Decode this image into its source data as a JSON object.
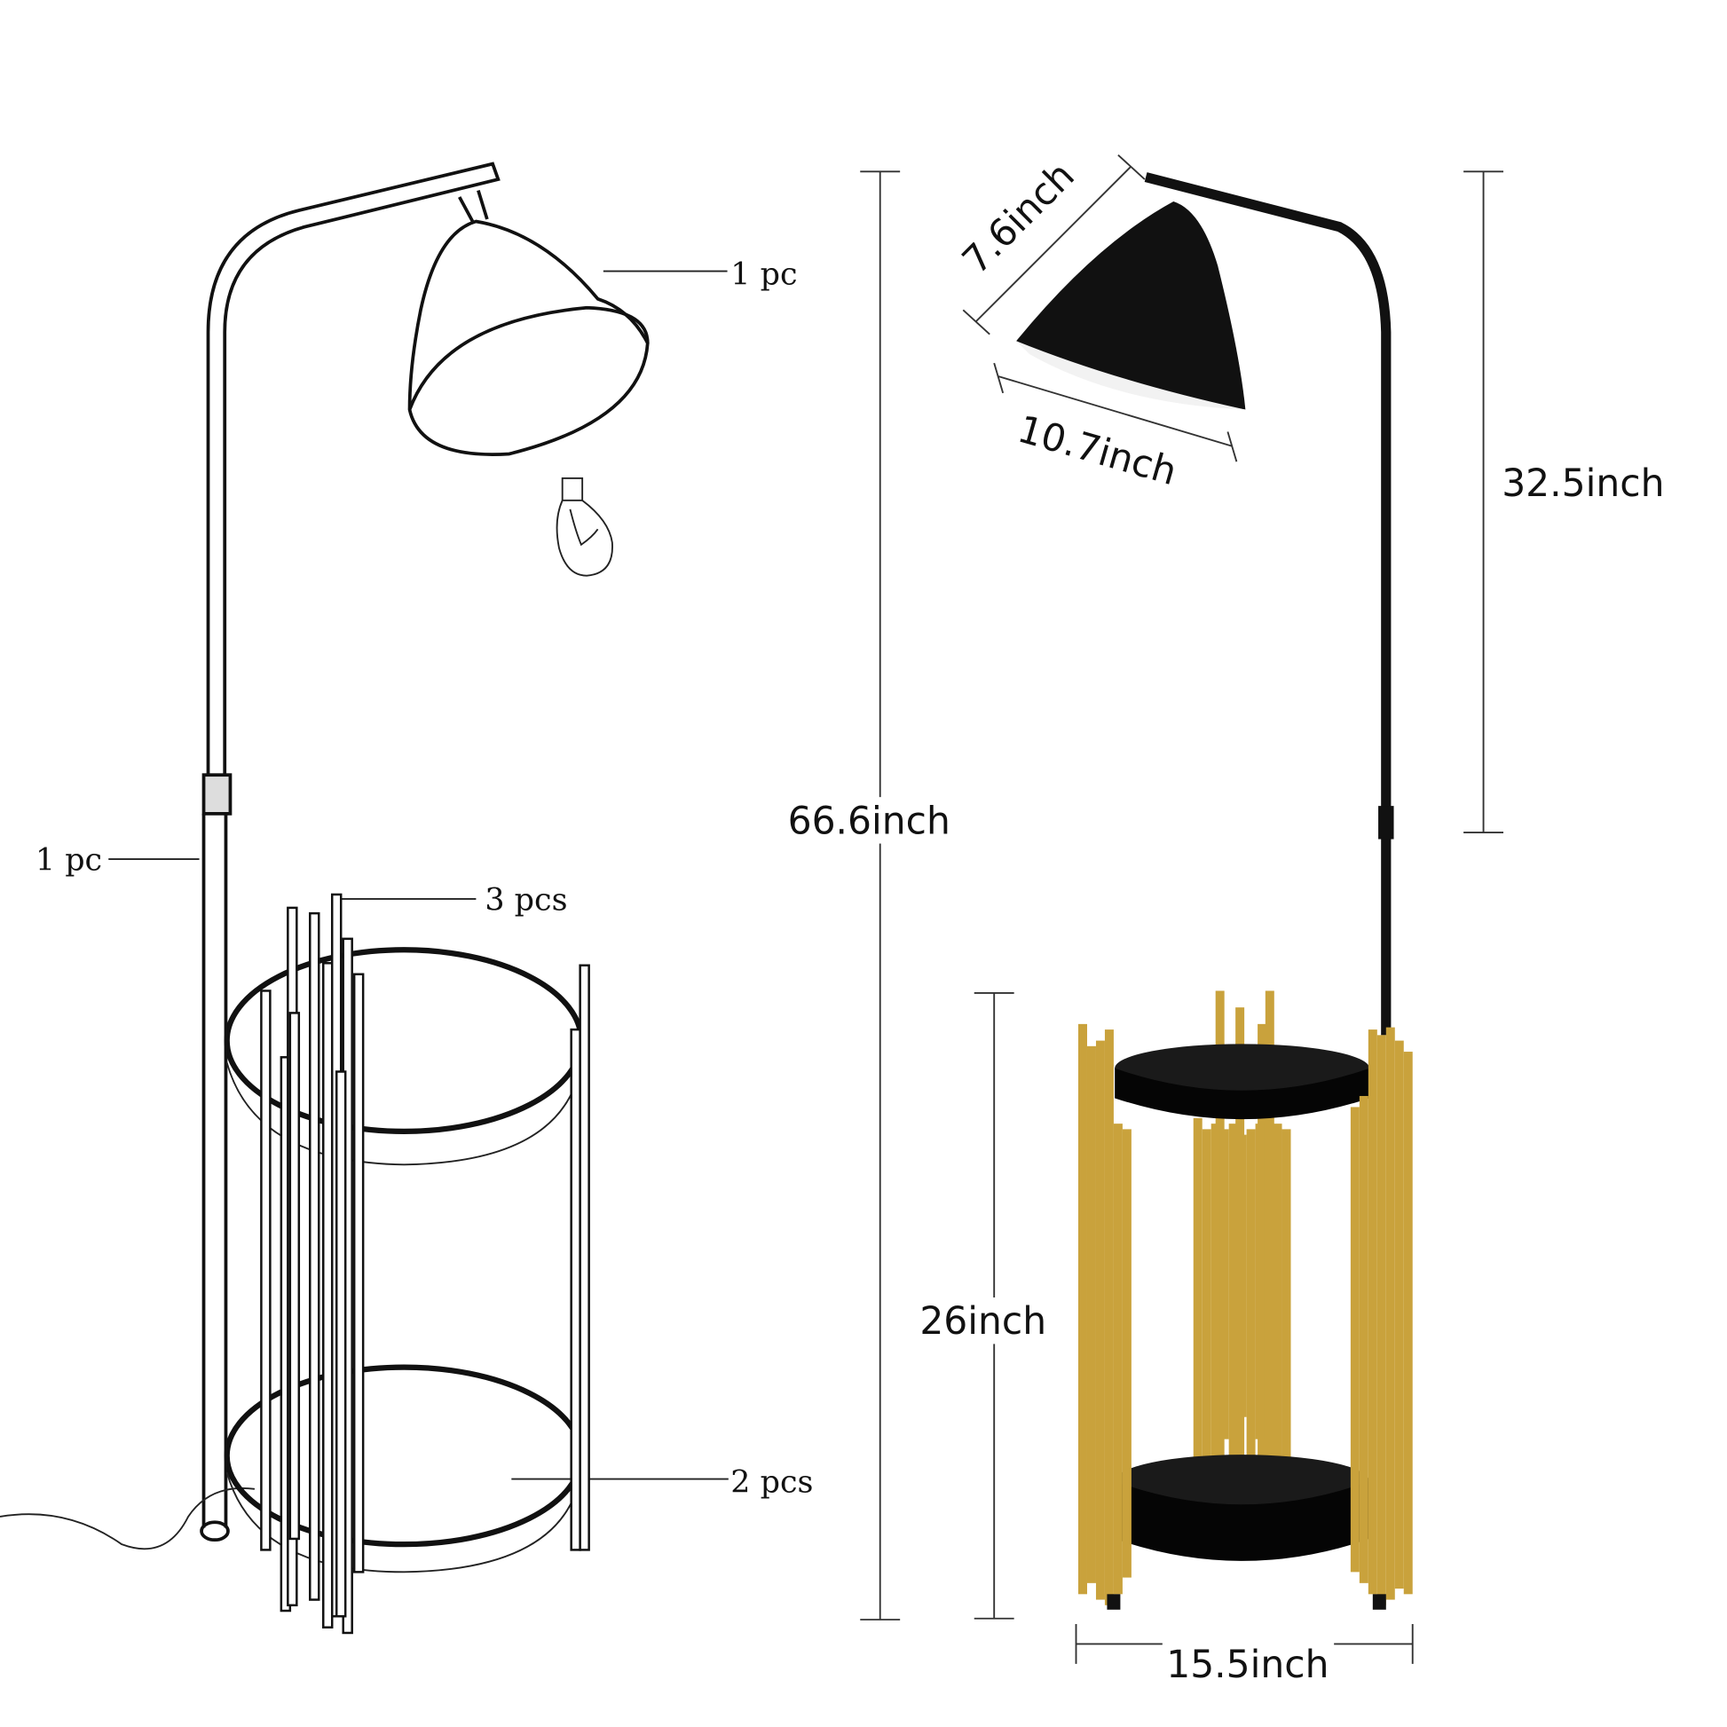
{
  "exploded_view": {
    "callouts": {
      "shade": "1 pc",
      "pole": "1 pc",
      "rods": "3 pcs",
      "shelves": "2 pcs"
    }
  },
  "dimensions": {
    "shade_height": "7.6inch",
    "shade_width": "10.7inch",
    "total_height": "66.6inch",
    "upper_pole_height": "32.5inch",
    "table_height": "26inch",
    "table_width": "15.5inch"
  },
  "colors": {
    "metal_black": "#111111",
    "gold": "#c9a23c",
    "shade_inner": "#f2f2f2"
  }
}
